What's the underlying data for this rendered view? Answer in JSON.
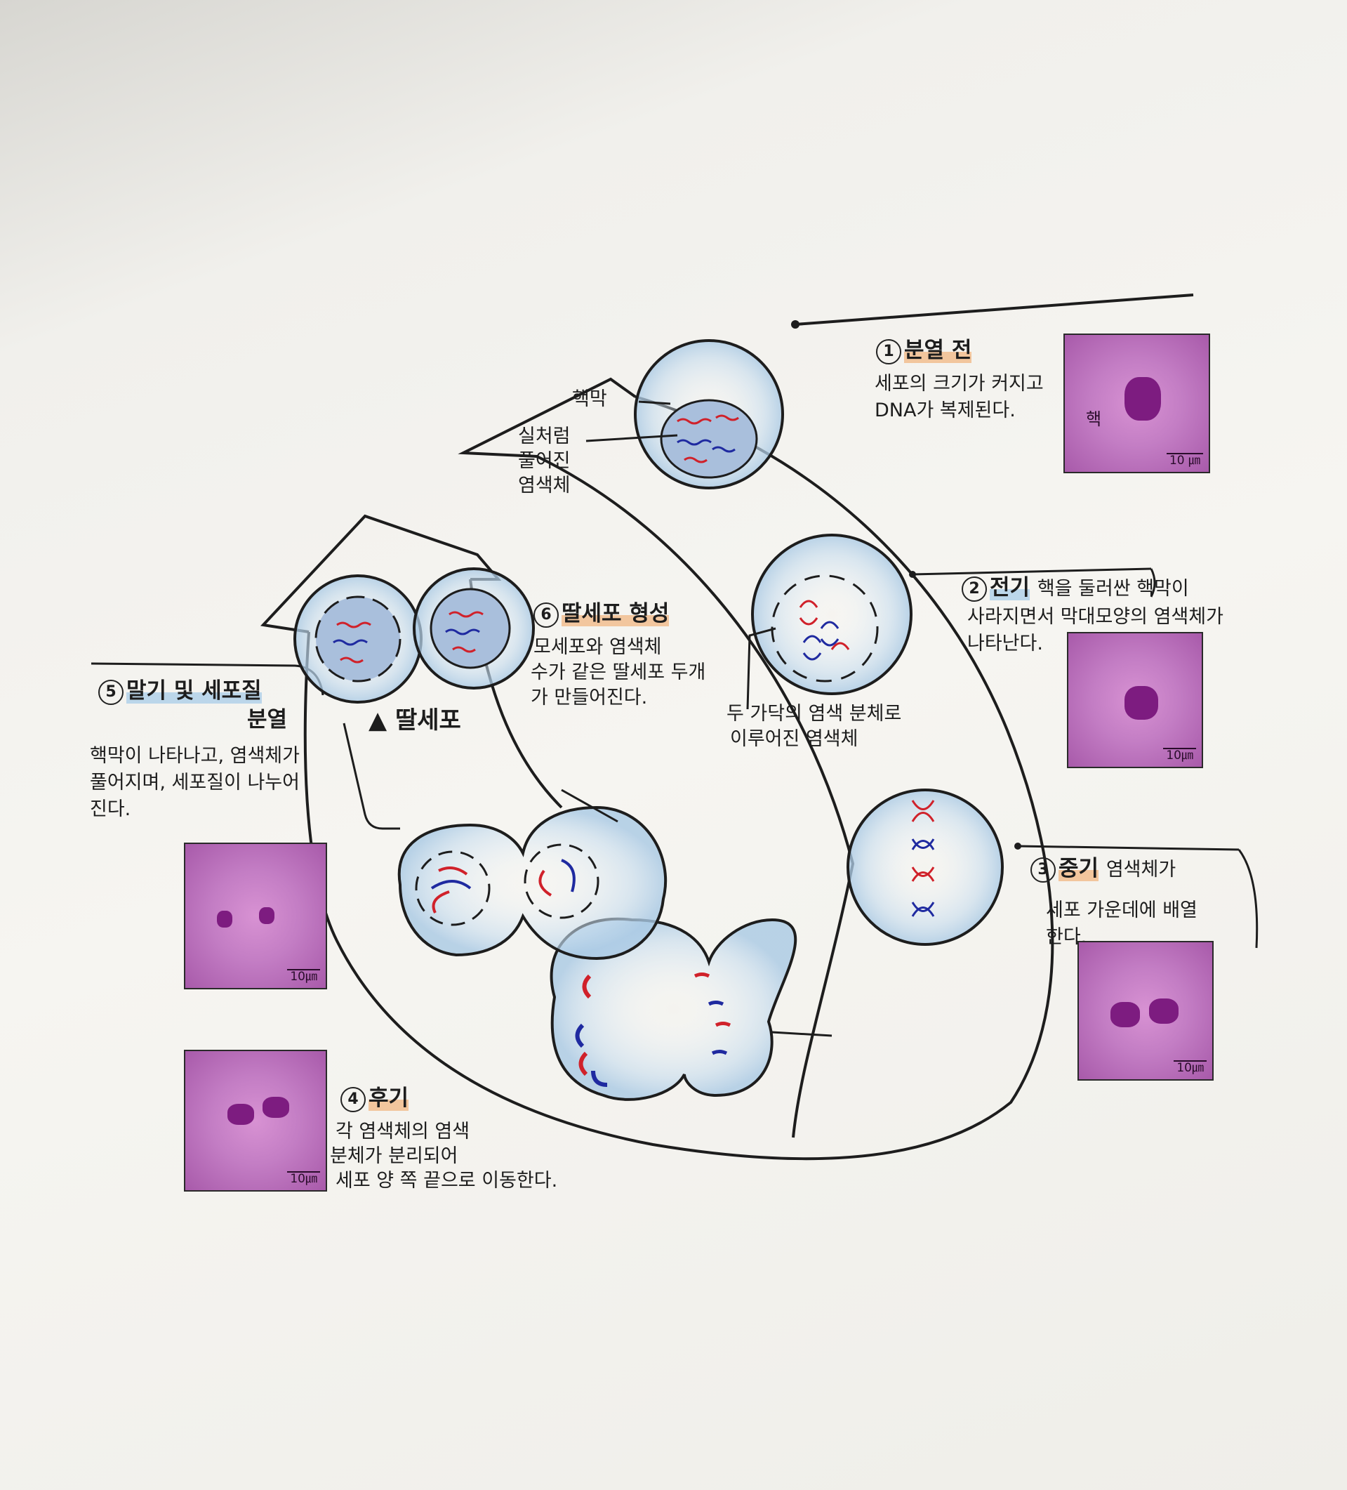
{
  "stages": {
    "s1": {
      "num": "1",
      "title": "분열 전",
      "desc": [
        "세포의 크기가 커지고",
        "DNA가 복제된다."
      ],
      "nucleus_label": "핵",
      "scale": "10 ㎛"
    },
    "s2": {
      "num": "2",
      "title": "전기",
      "desc": [
        "핵을 둘러싼 핵막이",
        "사라지면서 막대모양의 염색체가",
        "나타난다."
      ],
      "scale": "10㎛"
    },
    "s3": {
      "num": "3",
      "title": "중기",
      "desc": [
        "염색체가",
        "세포 가운데에 배열",
        "한다."
      ],
      "scale": "10㎛"
    },
    "s4": {
      "num": "4",
      "title": "후기",
      "desc": [
        "각 염색체의 염색",
        "분체가 분리되어",
        "세포 양 쪽 끝으로 이동한다."
      ],
      "scale": "10㎛"
    },
    "s5": {
      "num": "5",
      "title_line1": "말기 및 세포질",
      "title_line2": "분열",
      "desc": [
        "핵막이 나타나고, 염색체가",
        "풀어지며, 세포질이 나누어",
        "진다."
      ],
      "scale": "10㎛"
    },
    "s6": {
      "num": "6",
      "title": "딸세포 형성",
      "desc": [
        "모세포와 염색체",
        "수가 같은 딸세포 두개",
        "가 만들어진다."
      ]
    }
  },
  "labels": {
    "nuclear_membrane": "핵막",
    "loose_chromosome": [
      "실처럼",
      "풀어진",
      "염색체"
    ],
    "daughter_cells": "▲ 딸세포",
    "two_chromatids": [
      "두 가닥의 염색 분체로",
      "이루어진 염색체"
    ]
  },
  "colors": {
    "ink": "#1d1d1d",
    "red": "#d0212a",
    "blue": "#1f2aa0",
    "purple_photo": "#c37dc4",
    "shade": "#a9c9e4",
    "highlight": "#f0a05a"
  }
}
